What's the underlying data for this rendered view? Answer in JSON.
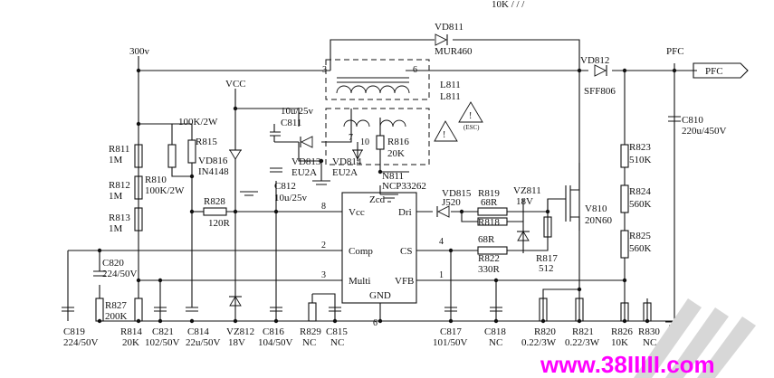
{
  "top_text": "10K / / /",
  "nets": {
    "v300": "300v",
    "vcc": "VCC",
    "pfc": "PFC",
    "pfc_tag": "PFC"
  },
  "diodes": {
    "vd811": {
      "ref": "VD811",
      "val": "MUR460"
    },
    "vd812": {
      "ref": "VD812",
      "val": "SFF806"
    },
    "vd816": {
      "ref": "VD816",
      "val": "IN4148"
    },
    "vd813": {
      "ref": "VD813",
      "val": "EU2A"
    },
    "vd814": {
      "ref": "VD814",
      "val": "EU2A"
    },
    "vd815": {
      "ref": "VD815",
      "val": "J520"
    },
    "vz811": {
      "ref": "VZ811",
      "val": "18V"
    },
    "vz812": {
      "ref": "VZ812",
      "val": "18V"
    }
  },
  "transformer": {
    "l1": "L811",
    "l2": "L811",
    "pin3": "3",
    "pin6": "6",
    "pin7": "7",
    "pin10": "10",
    "warn_tag": "(ESC)"
  },
  "resistors": {
    "r811": {
      "ref": "R811",
      "val": "1M"
    },
    "r812": {
      "ref": "R812",
      "val": "1M"
    },
    "r813": {
      "ref": "R813",
      "val": "1M"
    },
    "r810": {
      "ref": "R810",
      "val": "100K/2W"
    },
    "r815": {
      "ref": "R815",
      "val": "100K/2W"
    },
    "r816": {
      "ref": "R816",
      "val": "20K"
    },
    "r828": {
      "ref": "R828",
      "val": "120R"
    },
    "r819": {
      "ref": "R819",
      "val": "68R"
    },
    "r818": {
      "ref": "R818",
      "val": "68R"
    },
    "r822": {
      "ref": "R822",
      "val": "330R"
    },
    "r817": {
      "ref": "R817",
      "val": "512"
    },
    "r823": {
      "ref": "R823",
      "val": "510K"
    },
    "r824": {
      "ref": "R824",
      "val": "560K"
    },
    "r825": {
      "ref": "R825",
      "val": "560K"
    },
    "r827": {
      "ref": "R827",
      "val": "200K"
    },
    "r814": {
      "ref": "R814",
      "val": "20K"
    },
    "r829": {
      "ref": "R829",
      "val": "NC"
    },
    "r820": {
      "ref": "R820",
      "val": "0.22/3W"
    },
    "r821": {
      "ref": "R821",
      "val": "0.22/3W"
    },
    "r826": {
      "ref": "R826",
      "val": "10K"
    },
    "r830": {
      "ref": "R830",
      "val": "NC"
    }
  },
  "capacitors": {
    "c811": {
      "ref": "C811",
      "val": "10u/25v"
    },
    "c812": {
      "ref": "C812",
      "val": "10u/25v"
    },
    "c810": {
      "ref": "C810",
      "val": "220u/450V"
    },
    "c820": {
      "ref": "C820",
      "val": "224/50V"
    },
    "c819": {
      "ref": "C819",
      "val": "224/50V"
    },
    "c821": {
      "ref": "C821",
      "val": "102/50V"
    },
    "c814": {
      "ref": "C814",
      "val": "22u/50V"
    },
    "c816": {
      "ref": "C816",
      "val": "104/50V"
    },
    "c815": {
      "ref": "C815",
      "val": "NC"
    },
    "c817": {
      "ref": "C817",
      "val": "101/50V"
    },
    "c818": {
      "ref": "C818",
      "val": "NC"
    }
  },
  "transistor": {
    "ref": "V810",
    "val": "20N60"
  },
  "ic": {
    "ref": "N811",
    "part": "NCP33262",
    "zcd": "Zcd",
    "vcc": "Vcc",
    "dri": "Dri",
    "comp": "Comp",
    "cs": "CS",
    "multi": "Multi",
    "vfb": "VFB",
    "gnd": "GND",
    "p8": "8",
    "p2": "2",
    "p3": "3",
    "p1": "1",
    "p4": "4",
    "p6": "6"
  },
  "watermark": "www.38IIIII.com"
}
